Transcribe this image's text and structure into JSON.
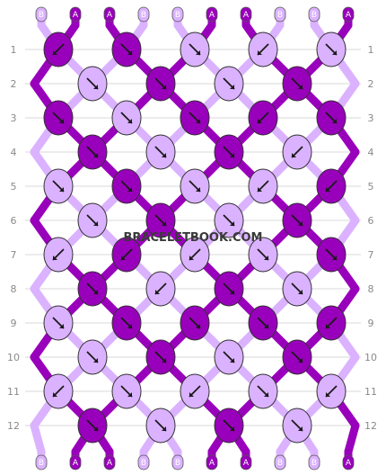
{
  "watermark": "BRACELETBOOK.COM",
  "colors": {
    "A": "#9900bb",
    "B": "#dbb2ff",
    "knot_stroke": "#333333",
    "rule": "#d8d8d8",
    "arrow": "#1a1a1a"
  },
  "top_strands": [
    "B",
    "A",
    "A",
    "B",
    "B",
    "A",
    "A",
    "B",
    "B",
    "A"
  ],
  "bottom_strands": [
    "B",
    "A",
    "A",
    "B",
    "B",
    "A",
    "A",
    "B",
    "B",
    "A"
  ],
  "row_labels": [
    "1",
    "2",
    "3",
    "4",
    "5",
    "6",
    "7",
    "8",
    "9",
    "10",
    "11",
    "12"
  ],
  "knots": [
    [
      {
        "c": "A",
        "d": "bl"
      },
      {
        "c": "A",
        "d": "br"
      },
      {
        "c": "B",
        "d": "br"
      },
      {
        "c": "B",
        "d": "bl"
      },
      {
        "c": "B",
        "d": "br"
      }
    ],
    [
      {
        "c": "B",
        "d": "br"
      },
      {
        "c": "A",
        "d": "br"
      },
      {
        "c": "B",
        "d": "br"
      },
      {
        "c": "A",
        "d": "br"
      }
    ],
    [
      {
        "c": "A",
        "d": "br"
      },
      {
        "c": "B",
        "d": "br"
      },
      {
        "c": "A",
        "d": "br"
      },
      {
        "c": "A",
        "d": "bl"
      },
      {
        "c": "A",
        "d": "br"
      }
    ],
    [
      {
        "c": "A",
        "d": "br"
      },
      {
        "c": "B",
        "d": "br"
      },
      {
        "c": "A",
        "d": "br"
      },
      {
        "c": "B",
        "d": "bl"
      }
    ],
    [
      {
        "c": "B",
        "d": "br"
      },
      {
        "c": "A",
        "d": "br"
      },
      {
        "c": "B",
        "d": "br"
      },
      {
        "c": "B",
        "d": "bl"
      },
      {
        "c": "A",
        "d": "bl"
      }
    ],
    [
      {
        "c": "B",
        "d": "br"
      },
      {
        "c": "A",
        "d": "br"
      },
      {
        "c": "B",
        "d": "br"
      },
      {
        "c": "A",
        "d": "br"
      }
    ],
    [
      {
        "c": "B",
        "d": "bl"
      },
      {
        "c": "A",
        "d": "bl"
      },
      {
        "c": "B",
        "d": "bl"
      },
      {
        "c": "B",
        "d": "br"
      },
      {
        "c": "A",
        "d": "br"
      }
    ],
    [
      {
        "c": "A",
        "d": "br"
      },
      {
        "c": "B",
        "d": "bl"
      },
      {
        "c": "A",
        "d": "br"
      },
      {
        "c": "B",
        "d": "br"
      }
    ],
    [
      {
        "c": "B",
        "d": "br"
      },
      {
        "c": "A",
        "d": "br"
      },
      {
        "c": "A",
        "d": "br"
      },
      {
        "c": "A",
        "d": "br"
      },
      {
        "c": "A",
        "d": "bl"
      }
    ],
    [
      {
        "c": "B",
        "d": "br"
      },
      {
        "c": "A",
        "d": "br"
      },
      {
        "c": "B",
        "d": "br"
      },
      {
        "c": "A",
        "d": "br"
      }
    ],
    [
      {
        "c": "B",
        "d": "bl"
      },
      {
        "c": "B",
        "d": "br"
      },
      {
        "c": "B",
        "d": "bl"
      },
      {
        "c": "B",
        "d": "br"
      },
      {
        "c": "B",
        "d": "bl"
      }
    ],
    [
      {
        "c": "A",
        "d": "br"
      },
      {
        "c": "B",
        "d": "br"
      },
      {
        "c": "A",
        "d": "br"
      },
      {
        "c": "B",
        "d": "br"
      }
    ]
  ]
}
